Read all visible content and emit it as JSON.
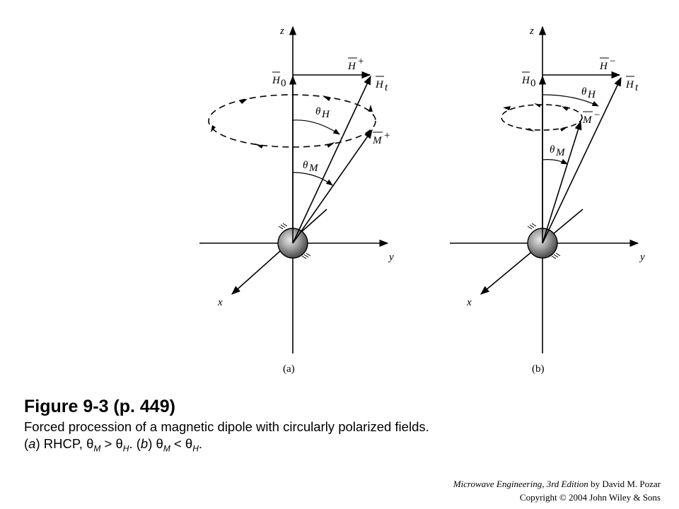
{
  "panels": [
    {
      "id": "a",
      "label": "(a)",
      "axes": {
        "z": "z",
        "y": "y",
        "x": "x"
      },
      "vectors": {
        "h0": "H",
        "h0_sub": "0",
        "hplus": "H",
        "hplus_sup": "+",
        "ht": "H",
        "ht_sub": "t",
        "m": "M",
        "m_sup": "+"
      },
      "angles": {
        "theta_h": "θ",
        "theta_h_sub": "H",
        "theta_m": "θ",
        "theta_m_sub": "M"
      }
    },
    {
      "id": "b",
      "label": "(b)",
      "axes": {
        "z": "z",
        "y": "y",
        "x": "x"
      },
      "vectors": {
        "h0": "H",
        "h0_sub": "0",
        "hminus": "H",
        "hminus_sup": "−",
        "ht": "H",
        "ht_sub": "t",
        "m": "M",
        "m_sup": "−"
      },
      "angles": {
        "theta_h": "θ",
        "theta_h_sub": "H",
        "theta_m": "θ",
        "theta_m_sub": "M"
      }
    }
  ],
  "caption": {
    "title": "Figure 9-3  (p. 449)",
    "line1": "Forced procession of a magnetic dipole with circularly polarized fields.",
    "line2": {
      "a": "a",
      "rhcp": ") RHCP, ",
      "theta1": "θ",
      "m1": "M",
      "gt": " > ",
      "theta2": "θ",
      "h1": "H",
      "sep": ".  (",
      "b": "b",
      "close": ") ",
      "theta3": "θ",
      "m2": "M",
      "lt": " < ",
      "theta4": "θ",
      "h2": "H",
      "end": "."
    }
  },
  "credit": {
    "book": "Microwave Engineering, 3rd Edition",
    "by": " by David M. Pozar",
    "copyright": "Copyright © 2004 John Wiley & Sons"
  }
}
